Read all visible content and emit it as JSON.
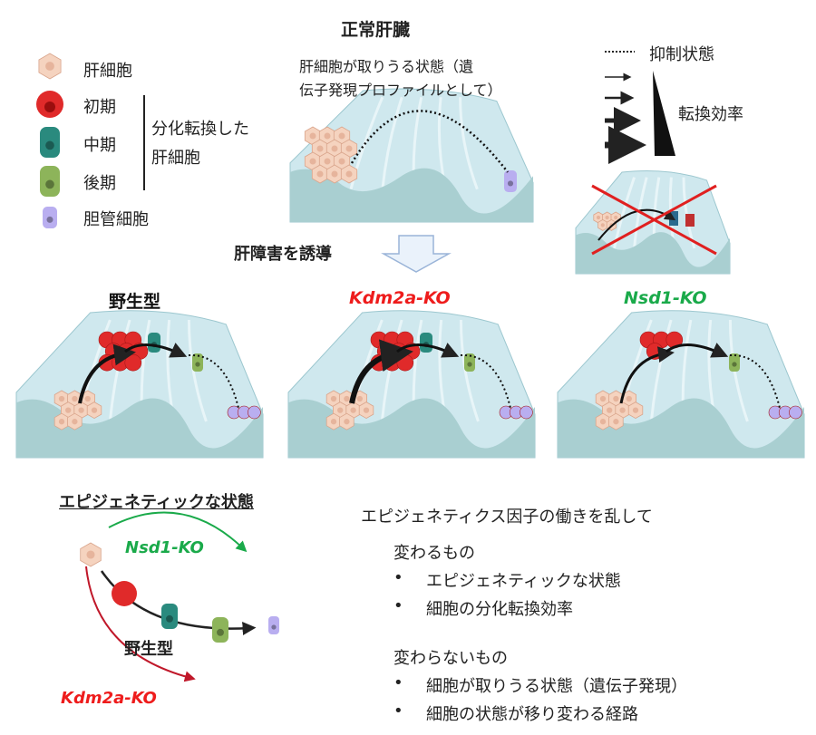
{
  "title": "正常肝臓",
  "legend": {
    "items": [
      {
        "icon": "hepatocyte-icon",
        "label": "肝細胞"
      },
      {
        "icon": "early-cell-icon",
        "label": "初期"
      },
      {
        "icon": "mid-cell-icon",
        "label": "中期"
      },
      {
        "icon": "late-cell-icon",
        "label": "後期"
      },
      {
        "icon": "cholangiocyte-icon",
        "label": "胆管細胞"
      }
    ],
    "group_label_1": "分化転換した",
    "group_label_2": "肝細胞"
  },
  "landscape_caption_1": "肝細胞が取りうる状態（遺",
  "landscape_caption_2": "伝子発現プロファイルとして）",
  "arrow_legend": {
    "suppressed": "抑制状態",
    "efficiency": "転換効率"
  },
  "induce_label": "肝障害を誘導",
  "panels": [
    {
      "label": "野生型",
      "color": "#111111"
    },
    {
      "label": "Kdm2a-KO",
      "color": "#ee1c1c"
    },
    {
      "label": "Nsd1-KO",
      "color": "#1aaa4a"
    }
  ],
  "epi": {
    "heading": "エピジェネティックな状態",
    "nsd1": "Nsd1-KO",
    "wt": "野生型",
    "kdm2a": "Kdm2a-KO"
  },
  "summary": {
    "intro": "エピジェネティクス因子の働きを乱して",
    "changed_heading": "変わるもの",
    "changed": [
      "エピジェネティックな状態",
      "細胞の分化転換効率"
    ],
    "unchanged_heading": "変わらないもの",
    "unchanged": [
      "細胞が取りうる状態（遺伝子発現）",
      "細胞の状態が移り変わる経路"
    ]
  },
  "colors": {
    "hepatocyte": "#f5d3bf",
    "early": "#e02a2a",
    "mid": "#2a8a7e",
    "late": "#8db45a",
    "cholangiocyte": "#b9aef0",
    "landscape": "#cfe8ee",
    "ground": "#a9cfd1"
  }
}
